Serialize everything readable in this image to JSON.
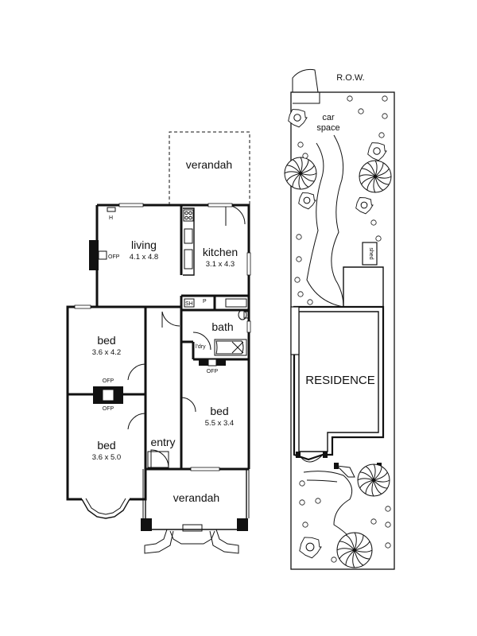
{
  "floor_plan": {
    "rooms": {
      "verandah_rear": {
        "name": "verandah"
      },
      "living": {
        "name": "living",
        "dims": "4.1 x 4.8",
        "fireplace": "OFP",
        "heater": "H"
      },
      "kitchen": {
        "name": "kitchen",
        "dims": "3.1 x 4.3"
      },
      "bath": {
        "name": "bath",
        "sh": "SH",
        "pantry": "P",
        "ldry": "l'dry"
      },
      "bed1": {
        "name": "bed",
        "dims": "3.6 x 4.2",
        "fireplace": "OFP"
      },
      "bed2": {
        "name": "bed",
        "dims": "3.6 x 5.0",
        "fireplace": "OFP"
      },
      "bed3": {
        "name": "bed",
        "dims": "5.5 x 3.4",
        "fireplace": "OFP"
      },
      "entry": {
        "name": "entry"
      },
      "verandah_front": {
        "name": "verandah"
      }
    }
  },
  "site_plan": {
    "row_label": "R.O.W.",
    "car_space": [
      "car",
      "space"
    ],
    "shed": "shed",
    "residence": "RESIDENCE"
  }
}
